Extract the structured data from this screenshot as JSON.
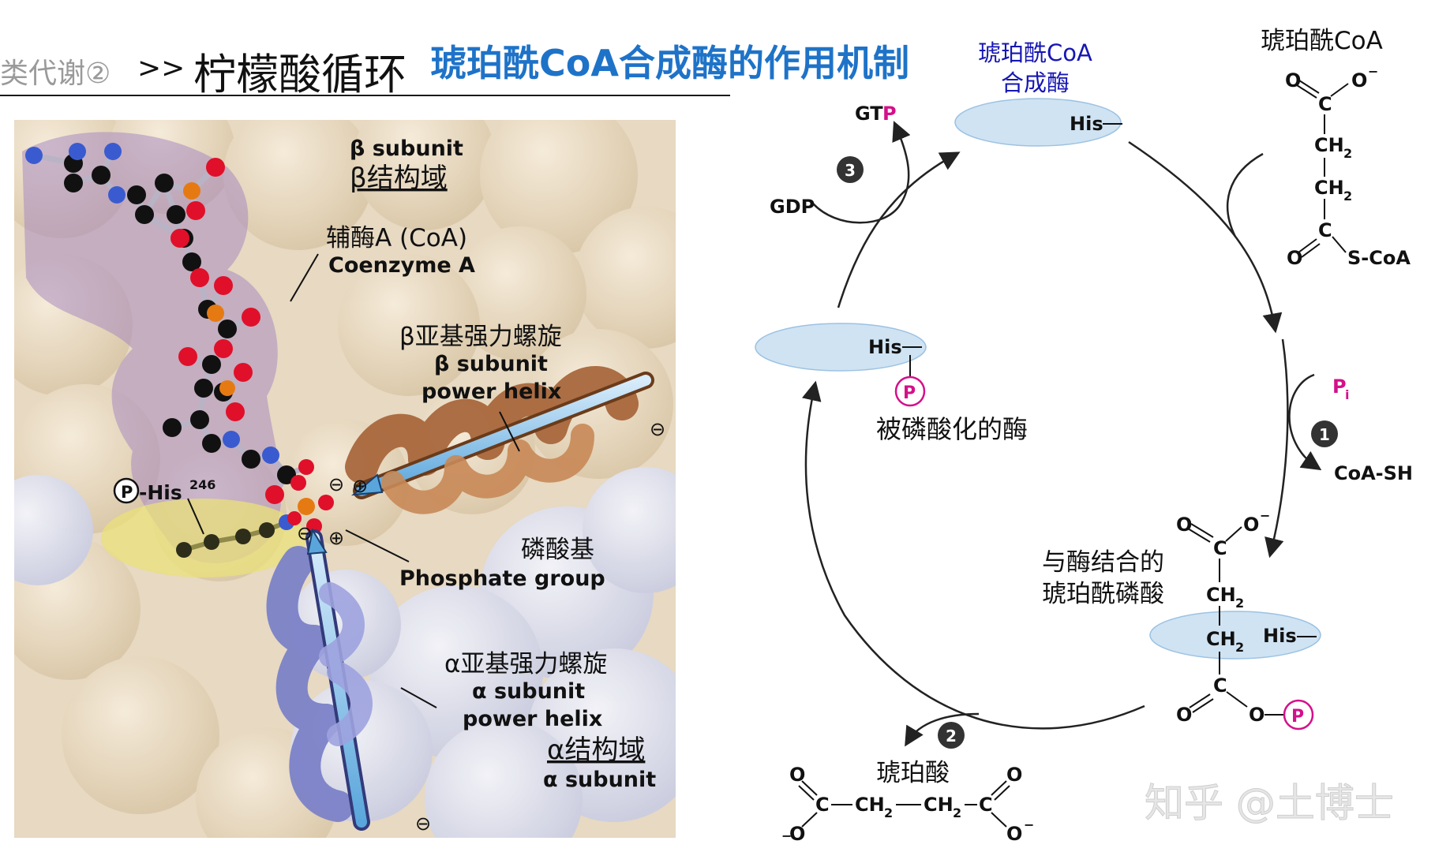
{
  "header": {
    "breadcrumb": "类代谢②",
    "separator": ">>",
    "title": "柠檬酸循环",
    "subtitle": "琥珀酰CoA合成酶的作用机制"
  },
  "structure": {
    "beta_subunit_en": "β subunit",
    "beta_domain_zh": "β结构域",
    "coa_zh": "辅酶A (CoA)",
    "coa_en": "Coenzyme A",
    "beta_helix_zh": "β亚基强力螺旋",
    "beta_helix_en1": "β subunit",
    "beta_helix_en2": "power helix",
    "phis_p": "P",
    "phis_label": "-His",
    "phis_sup": "246",
    "phosphate_zh": "磷酸基",
    "phosphate_en": "Phosphate group",
    "alpha_helix_zh": "α亚基强力螺旋",
    "alpha_helix_en1": "α subunit",
    "alpha_helix_en2": "power helix",
    "alpha_domain_zh": "α结构域",
    "alpha_domain_en": "α subunit",
    "minus": "⊖",
    "plus": "⊕"
  },
  "cycle": {
    "enzyme_line1": "琥珀酰CoA",
    "enzyme_line2": "合成酶",
    "his": "His",
    "succinyl_coa_title": "琥珀酰CoA",
    "o": "O",
    "o_minus": "O",
    "minus_sup": "−",
    "c": "C",
    "ch": "CH",
    "sub2": "2",
    "scoa": "S-CoA",
    "pi": "P",
    "pi_sub": "i",
    "coash": "CoA-SH",
    "step1": "1",
    "step2": "2",
    "step3": "3",
    "gtp_gt": "GT",
    "gtp_p": "P",
    "gdp": "GDP",
    "phospho_enzyme": "被磷酸化的酶",
    "p_circle": "P",
    "bound_line1": "与酶结合的",
    "bound_line2": "琥珀酰磷酸",
    "succinate": "琥珀酸",
    "watermark": "知乎 @土博士"
  },
  "colors": {
    "title_blue": "#1e73c8",
    "enzyme_blue": "#1616b4",
    "magenta": "#d4108a",
    "enzyme_fill": "#cfe3f3",
    "beta_helix": "#a9683d",
    "alpha_helix": "#7c82c8"
  }
}
